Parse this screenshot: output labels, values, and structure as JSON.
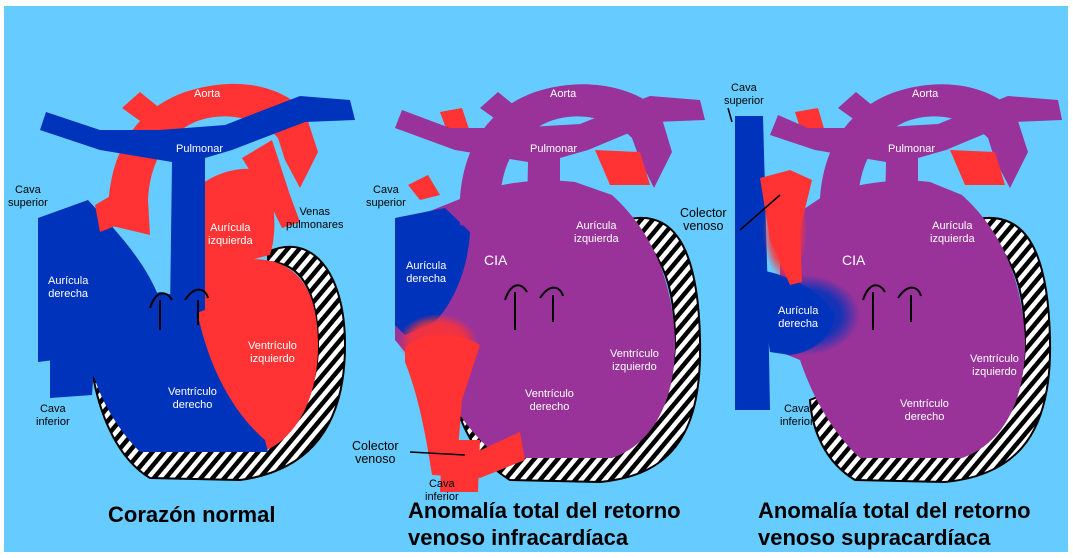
{
  "labels": {
    "h1_aorta": "Aorta",
    "h1_pulmonar": "Pulmonar",
    "h1_cava_sup": "Cava\nsuperior",
    "h1_venas": "Venas\npulmonares",
    "h1_auricula_izq": "Aurícula\nizquierda",
    "h1_auricula_der": "Aurícula\nderecha",
    "h1_ventriculo_izq": "Ventrículo\nizquierdo",
    "h1_ventriculo_der": "Ventrículo\nderecho",
    "h1_cava_inf": "Cava\ninferior",
    "h2_aorta": "Aorta",
    "h2_pulmonar": "Pulmonar",
    "h2_cava_sup": "Cava\nsuperior",
    "h2_auricula_izq": "Aurícula\nizquierda",
    "h2_auricula_der": "Aurícula\nderecha",
    "h2_cia": "CIA",
    "h2_ventriculo_izq": "Ventrículo\nizquierdo",
    "h2_ventriculo_der": "Ventrículo\nderecho",
    "h2_colector": "Colector\nvenoso",
    "h2_cava_inf": "Cava\ninferior",
    "h3_cava_sup": "Cava\nsuperior",
    "h3_aorta": "Aorta",
    "h3_pulmonar": "Pulmonar",
    "h3_colector": "Colector\nvenoso",
    "h3_cia": "CIA",
    "h3_auricula_izq": "Aurícula\nizquierda",
    "h3_auricula_der": "Aurícula\nderecha",
    "h3_ventriculo_izq": "Ventrículo\nizquierdo",
    "h3_ventriculo_der": "Ventrículo\nderecho",
    "h3_cava_inf": "Cava\ninferior"
  },
  "captions": {
    "normal": "Corazón normal",
    "infracardiaca": "Anomalía total del retorno\nvenoso infracardíaca",
    "supracardiaca": "Anomalía total del retorno\nvenoso supracardíaca"
  },
  "colors": {
    "background": "#66ccff",
    "oxygenated": "#ff3333",
    "deoxygenated": "#0033bb",
    "mixed": "#993399"
  }
}
